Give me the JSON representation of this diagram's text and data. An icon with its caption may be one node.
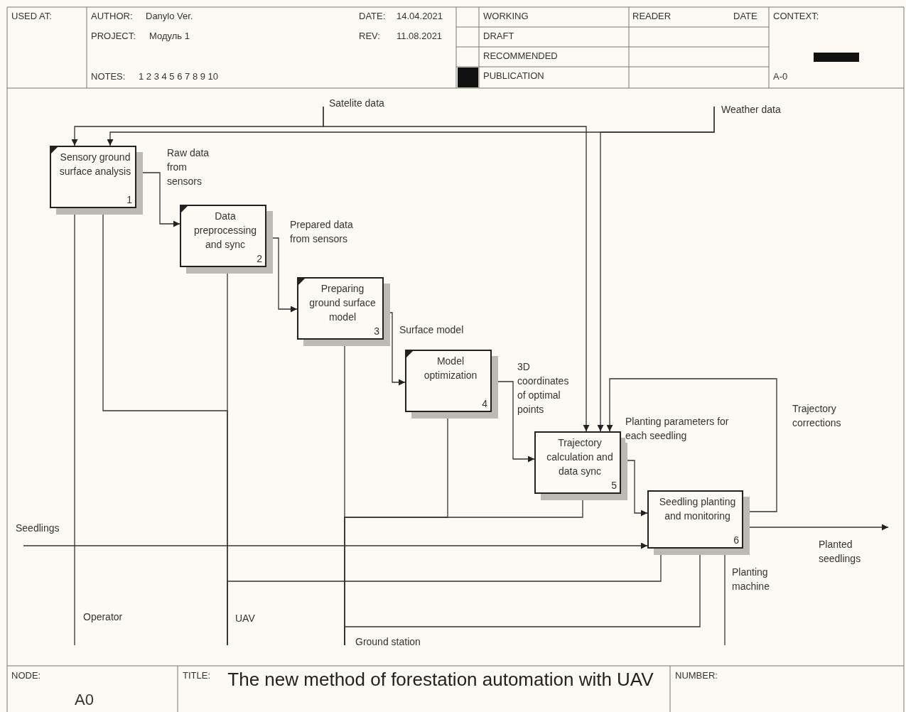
{
  "diagram": {
    "title": "The new method of forestation automation with UAV",
    "nodes": [
      {
        "text": [
          "Sensory ground surface analysis",
          "1"
        ]
      },
      {
        "text": [
          "Data preprocessing and sync",
          "2"
        ]
      },
      {
        "text": [
          "Preparing ground surface model",
          "3"
        ]
      },
      {
        "text": [
          "Model optimization",
          "4"
        ]
      },
      {
        "text": [
          "Trajectory calculation and data sync",
          "5"
        ]
      },
      {
        "text": [
          "Seedling planting and monitoring",
          "6"
        ]
      }
    ],
    "edges": [
      {
        "from": null,
        "to": 0,
        "arrow": "to",
        "label": "Satelite data"
      },
      {
        "from": null,
        "to": 4,
        "arrow": "to"
      },
      {
        "from": null,
        "to": 0,
        "arrow": "to",
        "label": "Weather data"
      },
      {
        "from": null,
        "to": 4,
        "arrow": "to"
      },
      {
        "from": 0,
        "to": 1,
        "arrow": "to",
        "label": "Raw data from sensors"
      },
      {
        "from": 1,
        "to": 2,
        "arrow": "to",
        "label": "Prepared data from sensors"
      },
      {
        "from": 2,
        "to": 3,
        "arrow": "to",
        "label": "Surface model"
      },
      {
        "from": 3,
        "to": 4,
        "arrow": "to",
        "label": "3D coordinates of optimal points"
      },
      {
        "from": 4,
        "to": 5,
        "arrow": "to",
        "label": "Planting parameters for each seedling"
      },
      {
        "from": 5,
        "to": 4,
        "arrow": "to",
        "label": "Trajectory corrections"
      },
      {
        "from": null,
        "to": 5,
        "arrow": "to",
        "label": "Seedlings"
      },
      {
        "from": 5,
        "to": null,
        "arrow": "to",
        "label": "Planted seedlings"
      },
      {
        "from": null,
        "to": 0,
        "arrow": "to",
        "label": "Operator"
      },
      {
        "from": null,
        "to": 0,
        "arrow": "to",
        "label": "UAV"
      },
      {
        "from": null,
        "to": 1,
        "arrow": "to"
      },
      {
        "from": null,
        "to": 5,
        "arrow": "to"
      },
      {
        "from": null,
        "to": 2,
        "arrow": "to",
        "label": "Ground station"
      },
      {
        "from": null,
        "to": 3,
        "arrow": "to"
      },
      {
        "from": null,
        "to": 4,
        "arrow": "to"
      },
      {
        "from": null,
        "to": 5,
        "arrow": "to"
      },
      {
        "from": null,
        "to": 5,
        "arrow": "to",
        "label": "Planting machine"
      }
    ],
    "labels": [
      "USED AT:",
      "AUTHOR:",
      "Danylo Ver.",
      "PROJECT:",
      "Модуль 1",
      "DATE:",
      "14.04.2021",
      "REV:",
      "11.08.2021",
      "NOTES:",
      "1 2 3 4 5 6 7 8 9 10",
      "WORKING",
      "DRAFT",
      "RECOMMENDED",
      "PUBLICATION",
      "READER",
      "DATE",
      "CONTEXT:",
      "A-0",
      "NODE:",
      "A0",
      "TITLE:",
      "NUMBER:"
    ]
  }
}
